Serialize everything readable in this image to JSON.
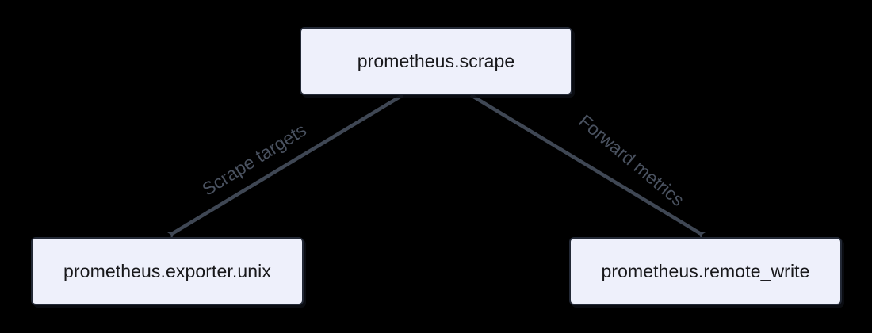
{
  "diagram": {
    "background_color": "#000000",
    "node_fill_color": "#eef0fb",
    "node_border_color": "#232936",
    "node_text_color": "#18181b",
    "edge_color": "#3f4754",
    "edge_label_color": "#4a5260",
    "nodes": [
      {
        "id": "scrape",
        "label": "prometheus.scrape"
      },
      {
        "id": "exporter",
        "label": "prometheus.exporter.unix"
      },
      {
        "id": "remote",
        "label": "prometheus.remote_write"
      }
    ],
    "edges": [
      {
        "id": "scrape-to-exporter",
        "from": "prometheus.scrape",
        "to": "prometheus.exporter.unix",
        "label": "Scrape targets"
      },
      {
        "id": "scrape-to-remote",
        "from": "prometheus.scrape",
        "to": "prometheus.remote_write",
        "label": "Forward metrics"
      }
    ]
  }
}
